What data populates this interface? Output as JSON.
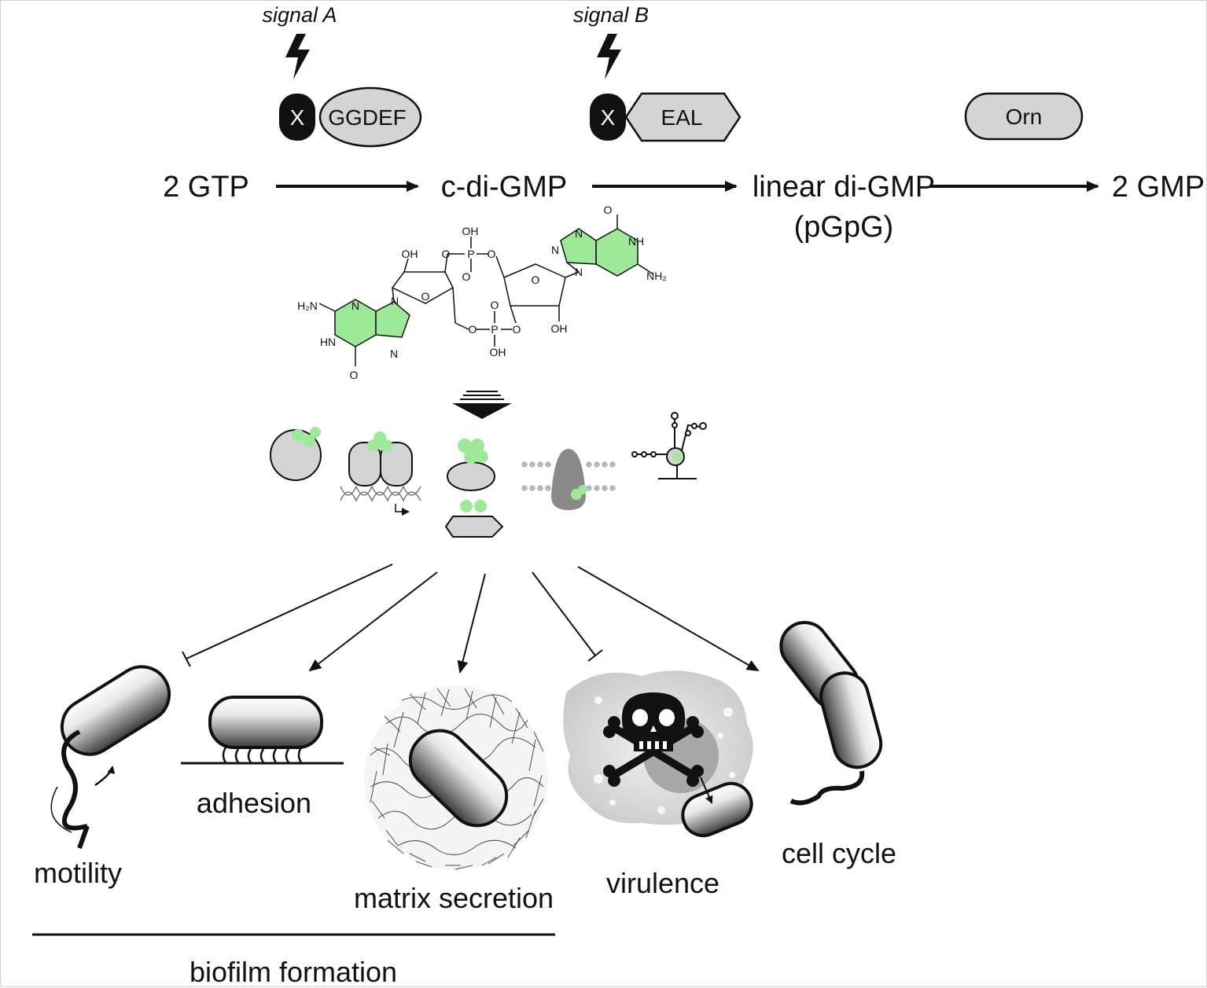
{
  "signals": {
    "a": "signal A",
    "b": "signal B"
  },
  "proteins": {
    "x_a": "X",
    "ggdef": "GGDEF",
    "x_b": "X",
    "eal": "EAL",
    "orn": "Orn"
  },
  "pathway": {
    "gtp": "2 GTP",
    "cdigmp": "c-di-GMP",
    "linear": "linear di-GMP",
    "pgpg": "(pGpG)",
    "gmp": "2 GMP"
  },
  "chem": {
    "oh1": "OH",
    "oh2": "OH",
    "oh3": "OH",
    "oh4": "OH",
    "o1": "O",
    "o2": "O",
    "o3": "O",
    "o4": "O",
    "o5": "O",
    "o6": "O",
    "o7": "O",
    "o8": "O",
    "o9": "O",
    "o10": "O",
    "p1": "P",
    "p2": "P",
    "nh1": "NH",
    "nh2": "NH₂",
    "hn": "HN",
    "h2n": "H₂N",
    "n1": "N",
    "n2": "N",
    "n3": "N",
    "n4": "N",
    "n5": "N",
    "n6": "N"
  },
  "outcomes": {
    "motility": "motility",
    "adhesion": "adhesion",
    "matrix": "matrix secretion",
    "virulence": "virulence",
    "cellcycle": "cell cycle",
    "biofilm": "biofilm formation"
  },
  "colors": {
    "green": "#9ee89a",
    "gray": "#d4d4d4",
    "dark": "#111111"
  }
}
